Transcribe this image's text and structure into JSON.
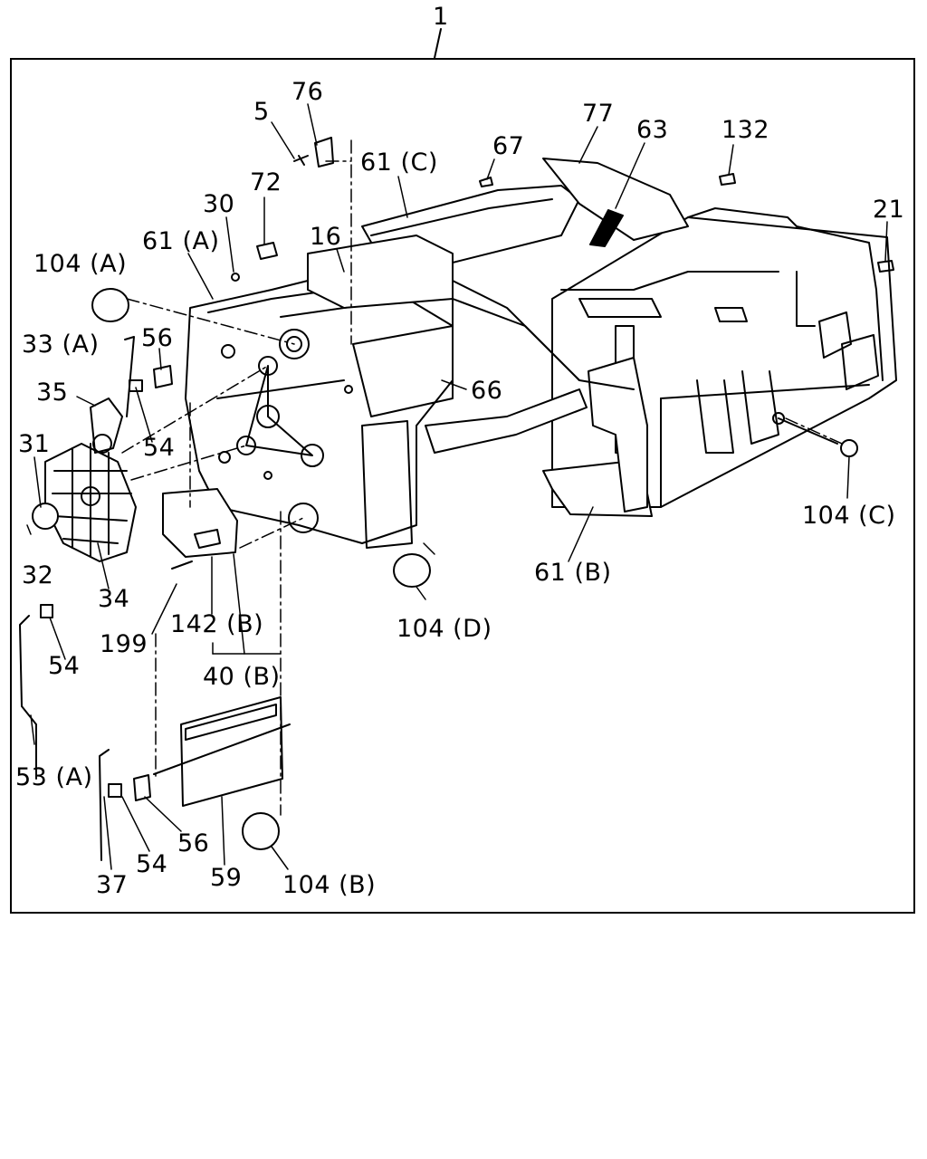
{
  "diagram": {
    "assembly_callout": "1",
    "callouts": [
      "76",
      "5",
      "72",
      "30",
      "61 (A)",
      "104 (A)",
      "16",
      "61 (C)",
      "67",
      "77",
      "63",
      "132",
      "21",
      "56",
      "33 (A)",
      "35",
      "54",
      "31",
      "66",
      "32",
      "34",
      "104 (C)",
      "104 (D)",
      "61 (B)",
      "199",
      "142 (B)",
      "40 (B)",
      "54",
      "53 (A)",
      "56",
      "54",
      "59",
      "104 (B)",
      "37"
    ]
  }
}
